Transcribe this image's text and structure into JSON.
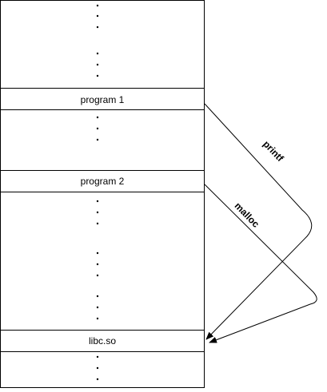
{
  "memory_map": {
    "blocks": [
      {
        "label": "program 1"
      },
      {
        "label": "program 2"
      },
      {
        "label": "libc.so"
      }
    ]
  },
  "calls": [
    {
      "label": "printf",
      "from": "program 1",
      "to": "libc.so"
    },
    {
      "label": "malloc",
      "from": "program 2",
      "to": "libc.so"
    }
  ]
}
